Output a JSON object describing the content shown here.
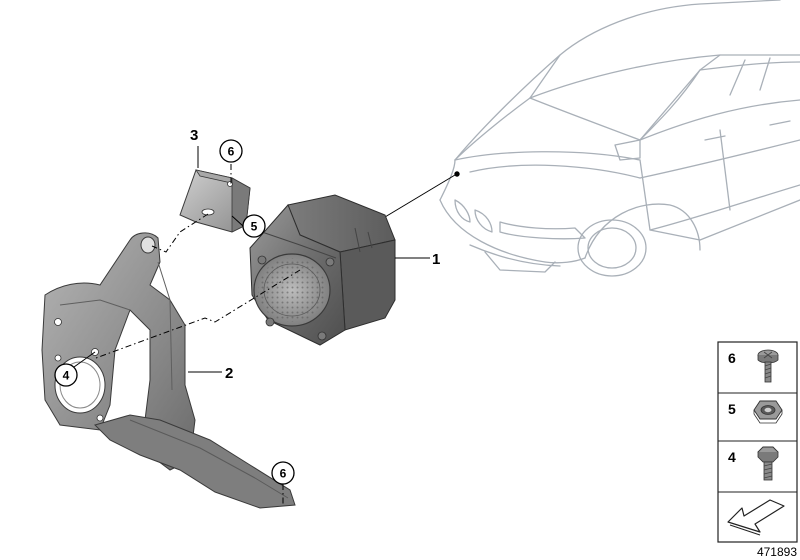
{
  "callouts": {
    "speaker": "1",
    "bracket": "2",
    "cover_plate": "3"
  },
  "circle_labels": {
    "bolt_on_bracket": "4",
    "nut_on_plate": "5",
    "screw_top": "6",
    "screw_bottom": "6"
  },
  "legend": [
    {
      "number": "6",
      "part": "screw"
    },
    {
      "number": "5",
      "part": "nut"
    },
    {
      "number": "4",
      "part": "bolt"
    }
  ],
  "diagram_id": "471893",
  "colors": {
    "line": "#000000",
    "car_outline": "#a9b0b8",
    "part_gray": "#8e8e8e",
    "part_dark": "#5a5a5a",
    "part_light": "#c8c8c8",
    "legend_border": "#222222"
  }
}
